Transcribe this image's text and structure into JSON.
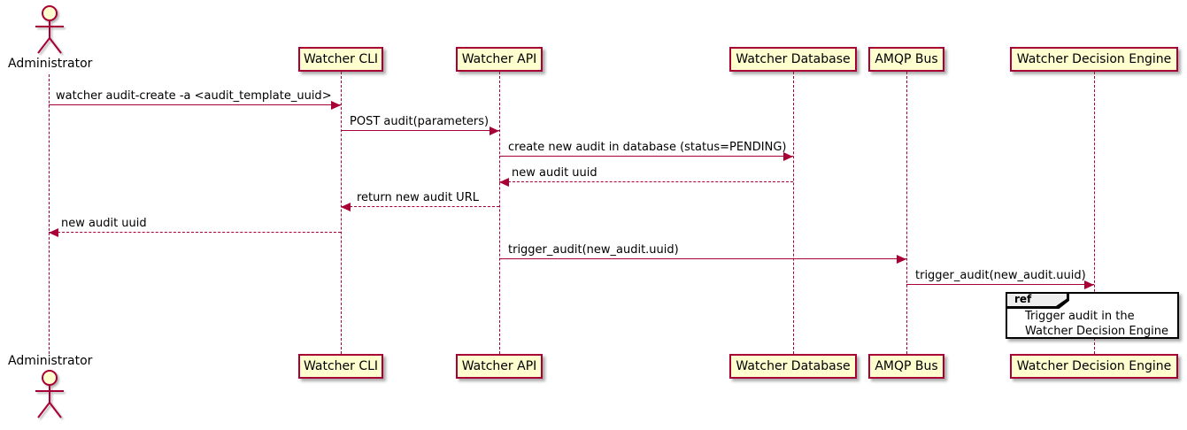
{
  "diagram": {
    "type": "sequence-diagram",
    "actor": {
      "label": "Administrator"
    },
    "participants": [
      {
        "label": "Watcher CLI"
      },
      {
        "label": "Watcher API"
      },
      {
        "label": "Watcher Database"
      },
      {
        "label": "AMQP Bus"
      },
      {
        "label": "Watcher Decision Engine"
      }
    ],
    "messages": [
      {
        "from": "Administrator",
        "to": "Watcher CLI",
        "style": "solid",
        "label": "watcher audit-create -a <audit_template_uuid>"
      },
      {
        "from": "Watcher CLI",
        "to": "Watcher API",
        "style": "solid",
        "label": "POST audit(parameters)"
      },
      {
        "from": "Watcher API",
        "to": "Watcher Database",
        "style": "solid",
        "label": "create new audit in database (status=PENDING)"
      },
      {
        "from": "Watcher Database",
        "to": "Watcher API",
        "style": "dashed",
        "label": "new audit uuid"
      },
      {
        "from": "Watcher API",
        "to": "Watcher CLI",
        "style": "dashed",
        "label": "return new audit URL"
      },
      {
        "from": "Watcher CLI",
        "to": "Administrator",
        "style": "dashed",
        "label": "new audit uuid"
      },
      {
        "from": "Watcher API",
        "to": "AMQP Bus",
        "style": "solid",
        "label": "trigger_audit(new_audit.uuid)"
      },
      {
        "from": "AMQP Bus",
        "to": "Watcher Decision Engine",
        "style": "solid",
        "label": "trigger_audit(new_audit.uuid)"
      }
    ],
    "ref": {
      "tag": "ref",
      "line1": "Trigger audit in the",
      "line2": "Watcher Decision Engine"
    },
    "colors": {
      "accent": "#A80036",
      "participant_fill": "#FEFECE",
      "ref_tab_fill": "#EEEEEE",
      "frame_border": "#000000",
      "text": "#000000"
    }
  }
}
